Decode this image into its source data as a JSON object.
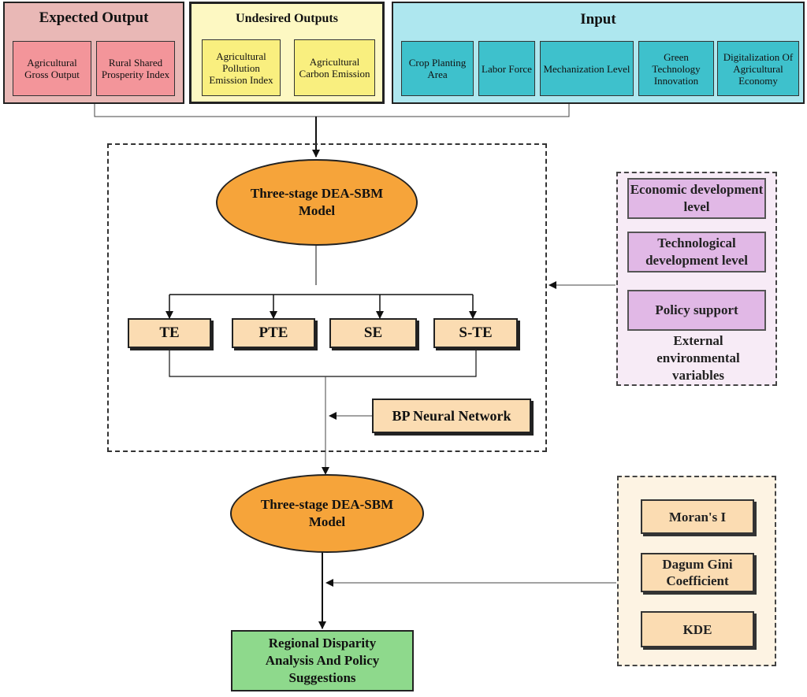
{
  "expected_output": {
    "title": "Expected Output",
    "items": [
      "Agricultural Gross Output",
      "Rural Shared Prosperity Index"
    ],
    "fill": "#e9b8b6",
    "item_fill": "#f3959a"
  },
  "undesired_outputs": {
    "title": "Undesired Outputs",
    "items": [
      "Agricultural Pollution Emission Index",
      "Agricultural Carbon Emission"
    ],
    "fill": "#fdf8c2",
    "item_fill": "#f9ef7f"
  },
  "input": {
    "title": "Input",
    "items": [
      "Crop Planting Area",
      "Labor Force",
      "Mechanization Level",
      "Green Technology Innovation",
      "Digitalization Of Agricultural Economy"
    ],
    "fill": "#aee7ef",
    "item_fill": "#3ec1cc"
  },
  "model_top": {
    "label": "Three-stage DEA-SBM Model"
  },
  "metrics": [
    "TE",
    "PTE",
    "SE",
    "S-TE"
  ],
  "bp_network": {
    "label": "BP Neural Network"
  },
  "model_bottom": {
    "label": "Three-stage DEA-SBM Model"
  },
  "environment": {
    "items": [
      "Economic development level",
      "Technological development level",
      "Policy support"
    ],
    "caption": "External environmental variables"
  },
  "methods": {
    "items": [
      "Moran's I",
      "Dagum Gini Coefficient",
      "KDE"
    ]
  },
  "result": {
    "label": "Regional Disparity Analysis And Policy Suggestions",
    "fill": "#8ed98c"
  }
}
